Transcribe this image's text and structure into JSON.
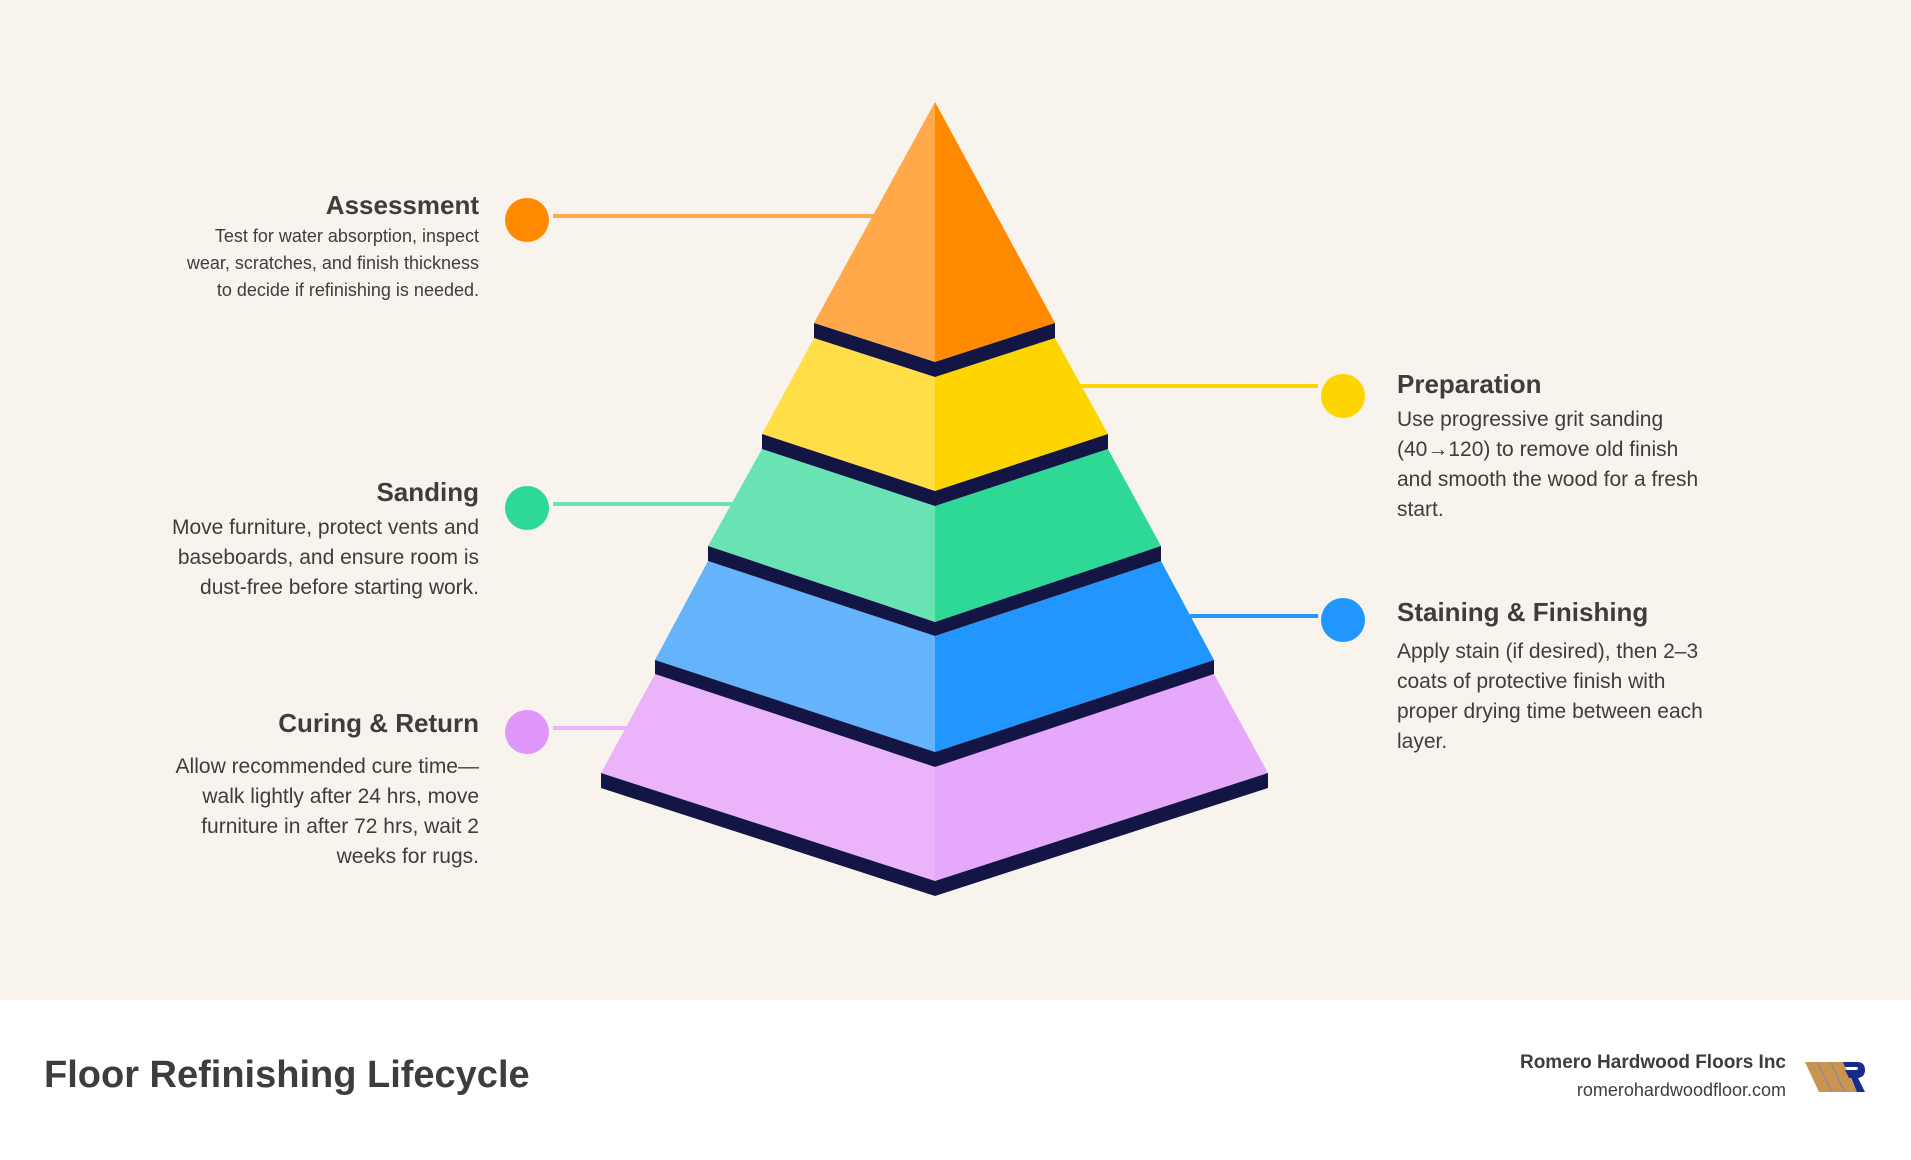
{
  "diagram": {
    "type": "pyramid",
    "layers": [
      {
        "id": "assessment",
        "title": "Assessment",
        "description": "Test for water absorption, inspect wear, scratches, and finish thickness to decide if refinishing is needed.",
        "side": "left",
        "color_light": "#ffa94a",
        "color_dark": "#ff8a00",
        "dot_color": "#ff8a00"
      },
      {
        "id": "preparation",
        "title": "Preparation",
        "description": "Use progressive grit sanding (40→120) to remove old finish and smooth the wood for a fresh start.",
        "side": "right",
        "color_light": "#ffde47",
        "color_dark": "#ffd500",
        "dot_color": "#ffd500"
      },
      {
        "id": "sanding",
        "title": "Sanding",
        "description": "Move furniture, protect vents and baseboards, and ensure room is dust-free before starting work.",
        "side": "left",
        "color_light": "#6ae3b4",
        "color_dark": "#2ed996",
        "dot_color": "#2ed996"
      },
      {
        "id": "staining",
        "title": "Staining & Finishing",
        "description": "Apply stain (if desired), then 2–3 coats of protective finish with proper drying time between each layer.",
        "side": "right",
        "color_light": "#64b3fb",
        "color_dark": "#2196ff",
        "dot_color": "#2196ff"
      },
      {
        "id": "curing",
        "title": "Curing & Return",
        "description": "Allow recommended cure time—walk lightly after 24 hrs, move furniture in after 72 hrs, wait 2 weeks for rugs.",
        "side": "left",
        "color_light": "#ebb3f9",
        "color_dark": "#e5a8fa",
        "dot_color": "#e196fc"
      }
    ],
    "separator_color": "#131645",
    "background_color": "#f9f3ed"
  },
  "left_steps": {
    "assessment": {
      "title": "Assessment",
      "lines": [
        "Test for water absorption, inspect",
        "wear, scratches, and finish thickness",
        "to decide if refinishing is needed."
      ]
    },
    "sanding": {
      "title": "Sanding",
      "lines": [
        "Move furniture, protect vents and",
        "baseboards, and ensure room is",
        "dust-free before starting work."
      ]
    },
    "curing": {
      "title": "Curing & Return",
      "lines": [
        "Allow recommended cure time—",
        "walk lightly after 24 hrs, move",
        "furniture in after 72 hrs, wait 2",
        "weeks for rugs."
      ]
    }
  },
  "right_steps": {
    "preparation": {
      "title": "Preparation",
      "lines": [
        "Use progressive grit sanding",
        "(40→120) to remove old finish",
        "and smooth the wood for a fresh",
        "start."
      ]
    },
    "staining": {
      "title": "Staining & Finishing",
      "lines": [
        "Apply stain (if desired), then 2–3",
        "coats of protective finish with",
        "proper drying time between each",
        "layer."
      ]
    }
  },
  "footer": {
    "title": "Floor Refinishing Lifecycle",
    "company": "Romero Hardwood Floors Inc",
    "url": "romerohardwoodfloor.com",
    "logo_icon": "romero-logo-icon"
  }
}
